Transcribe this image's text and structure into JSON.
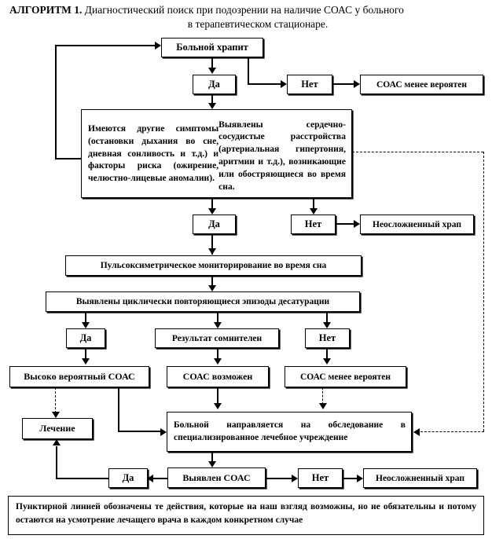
{
  "title": {
    "label": "АЛГОРИТМ 1.",
    "line1": " Диагностический поиск при подозрении на наличие СОАС у больного",
    "line2": "в терапевтическом стационаре."
  },
  "nodes": {
    "snores": "Больной храпит",
    "yes1": "Да",
    "no1": "Нет",
    "osa_less_likely_1": "СОАС менее вероятен",
    "symptoms_p1": "Имеются другие симптомы (остановки дыхания во сне, дневная сонливость и т.д.) и факторы риска (ожирение, челюстно-лицевые аномалии).",
    "symptoms_p2": "Выявлены сердечно-сосудистые расстройства (артериальная гипертония, аритмии и т.д.), возникающие или обостряющиеся во время сна.",
    "yes2": "Да",
    "no2": "Нет",
    "simple_snoring_1": "Неосложненный храп",
    "pulseox": "Пульсоксиметрическое мониторирование во время сна",
    "desaturation": "Выявлены циклически повторяющиеся эпизоды десатурации",
    "yes3": "Да",
    "doubtful": "Результат сомнителен",
    "no3": "Нет",
    "highly_likely": "Высоко вероятный СОАС",
    "possible": "СОАС возможен",
    "osa_less_likely_2": "СОАС менее вероятен",
    "treatment": "Лечение",
    "referral": "Больной направляется на обследование в специализированное лечебное учреждение",
    "yes4": "Да",
    "osa_detected": "Выявлен СОАС",
    "no4": "Нет",
    "simple_snoring_2": "Неосложненный храп"
  },
  "footnote": {
    "text": "Пунктирной линией обозначены те действия, которые на наш взгляд возможны, но не обязательны и  потому остаются на усмотрение лечащего врача в каждом конкретном случае"
  },
  "colors": {
    "line": "#000000",
    "background": "#ffffff",
    "text": "#000000"
  }
}
